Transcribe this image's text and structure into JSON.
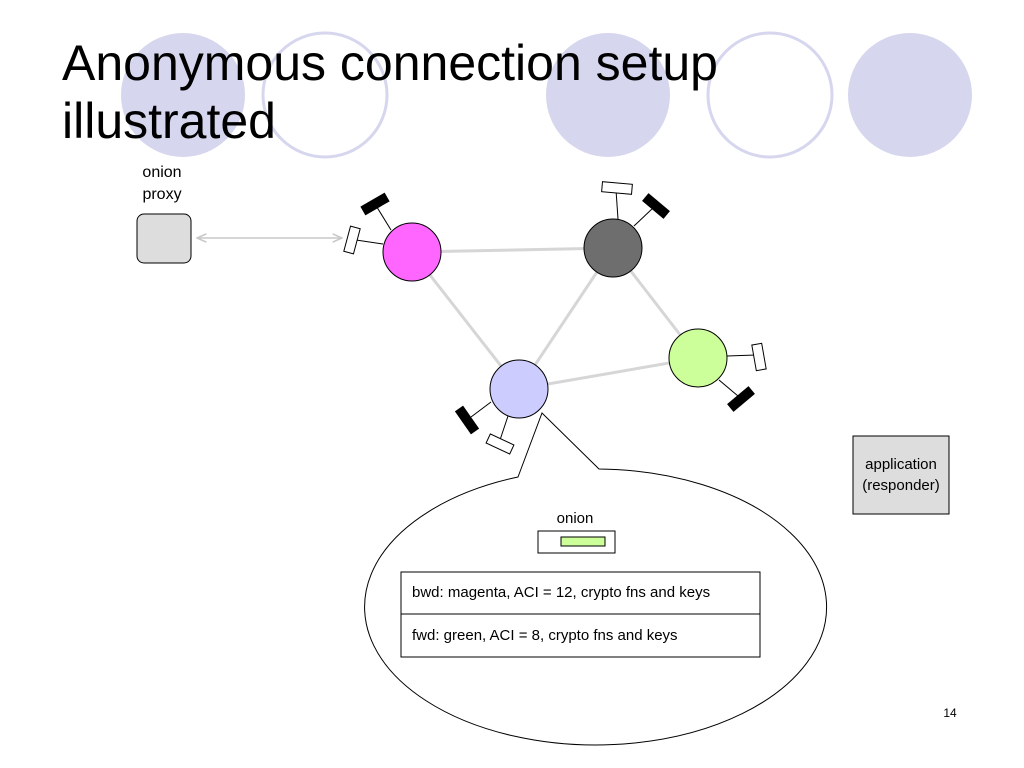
{
  "slide": {
    "title_lines": [
      "Anonymous connection setup",
      "illustrated"
    ],
    "page_number": "14"
  },
  "proxy": {
    "label_lines": [
      "onion",
      "proxy"
    ]
  },
  "application": {
    "label_lines": [
      "application",
      "(responder)"
    ]
  },
  "nodes": {
    "magenta": {
      "color": "#ff66ff"
    },
    "dark": {
      "color": "#6e6e6e"
    },
    "green": {
      "color": "#ccff99"
    },
    "blue": {
      "color": "#ccccff"
    }
  },
  "callout": {
    "onion_label": "onion",
    "onion_fill": "#ccff99",
    "rows": [
      "bwd: magenta, ACI = 12, crypto fns and keys",
      "fwd: green, ACI = 8, crypto fns and keys"
    ]
  },
  "theme": {
    "decor_circle_color": "#d6d6ee",
    "decor_ring_color": "#d6d6ee",
    "link_color": "#d6d6d6",
    "box_fill": "#dddddd"
  }
}
